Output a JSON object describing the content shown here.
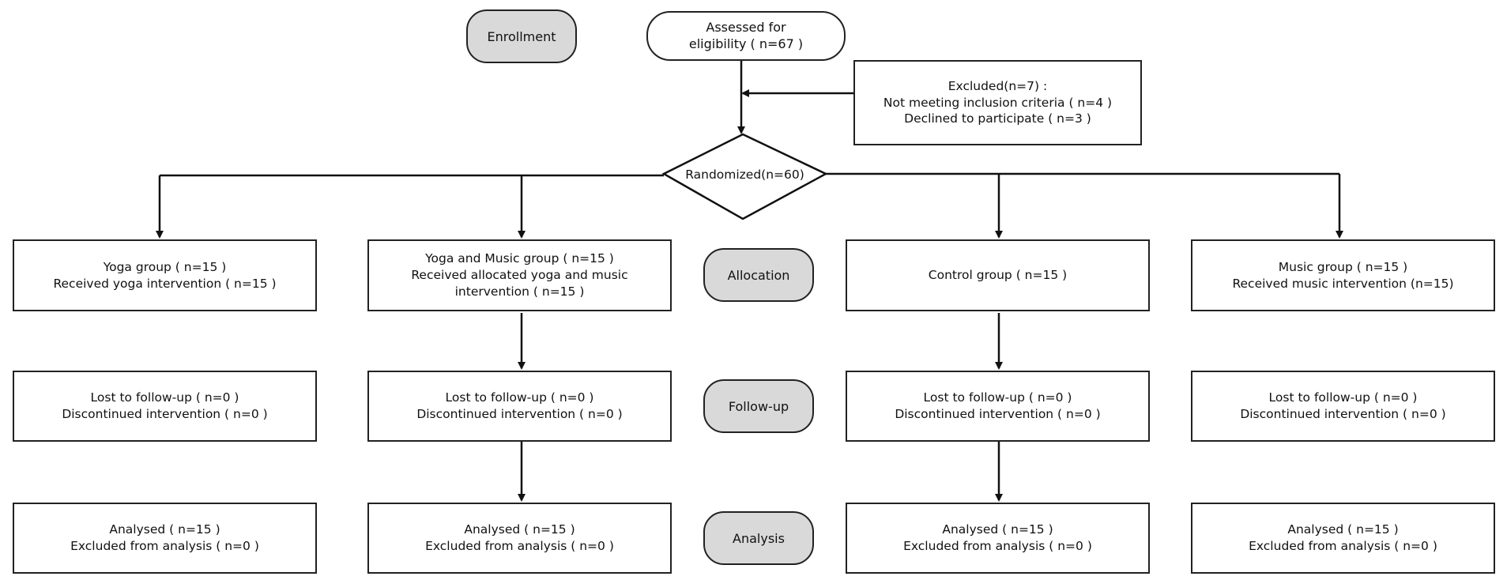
{
  "stages": {
    "enrollment": "Enrollment",
    "allocation": "Allocation",
    "follow_up": "Follow-up",
    "analysis": "Analysis"
  },
  "assessed": {
    "line1": "Assessed for",
    "line2": "eligibility ( n=67 )"
  },
  "excluded": {
    "line1": "Excluded(n=7) :",
    "line2": "Not meeting inclusion criteria ( n=4 )",
    "line3": "Declined to participate ( n=3 )"
  },
  "randomized": "Randomized(n=60)",
  "allocation": {
    "yoga": {
      "line1": "Yoga group ( n=15 )",
      "line2": "Received yoga intervention ( n=15 )"
    },
    "yoga_music": {
      "line1": "Yoga and Music group ( n=15 )",
      "line2": "Received allocated yoga and music",
      "line3": "intervention ( n=15 )"
    },
    "control": {
      "line1": "Control group ( n=15 )"
    },
    "music": {
      "line1": "Music group ( n=15 )",
      "line2": "Received music intervention (n=15)"
    }
  },
  "follow_up": {
    "line1": "Lost to follow-up ( n=0 )",
    "line2": "Discontinued intervention ( n=0 )"
  },
  "analysis": {
    "line1": "Analysed ( n=15 )",
    "line2": "Excluded from analysis ( n=0 )"
  }
}
